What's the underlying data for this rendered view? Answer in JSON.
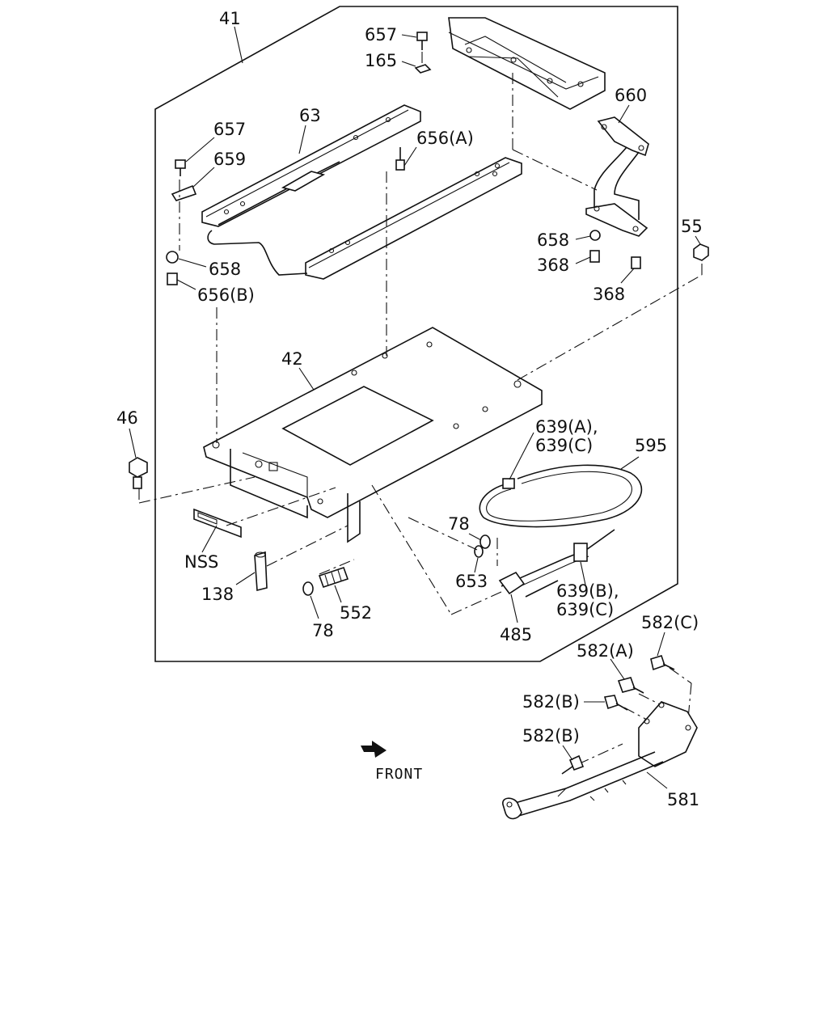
{
  "labels": {
    "l41": "41",
    "l657a": "657",
    "l165": "165",
    "l660": "660",
    "l63": "63",
    "l657b": "657",
    "l656a": "656(A)",
    "l659": "659",
    "l55": "55",
    "l658a": "658",
    "l368a": "368",
    "l658b": "658",
    "l368b": "368",
    "l656b": "656(B)",
    "l42": "42",
    "l46": "46",
    "l639a1": "639(A),",
    "l639a2": "639(C)",
    "l595": "595",
    "l78a": "78",
    "lnss": "NSS",
    "l653": "653",
    "l138": "138",
    "l639b1": "639(B),",
    "l639b2": "639(C)",
    "l552": "552",
    "l78b": "78",
    "l485": "485",
    "l582c": "582(C)",
    "l582a": "582(A)",
    "l582b1": "582(B)",
    "l582b2": "582(B)",
    "l581": "581",
    "front": "FRONT"
  }
}
